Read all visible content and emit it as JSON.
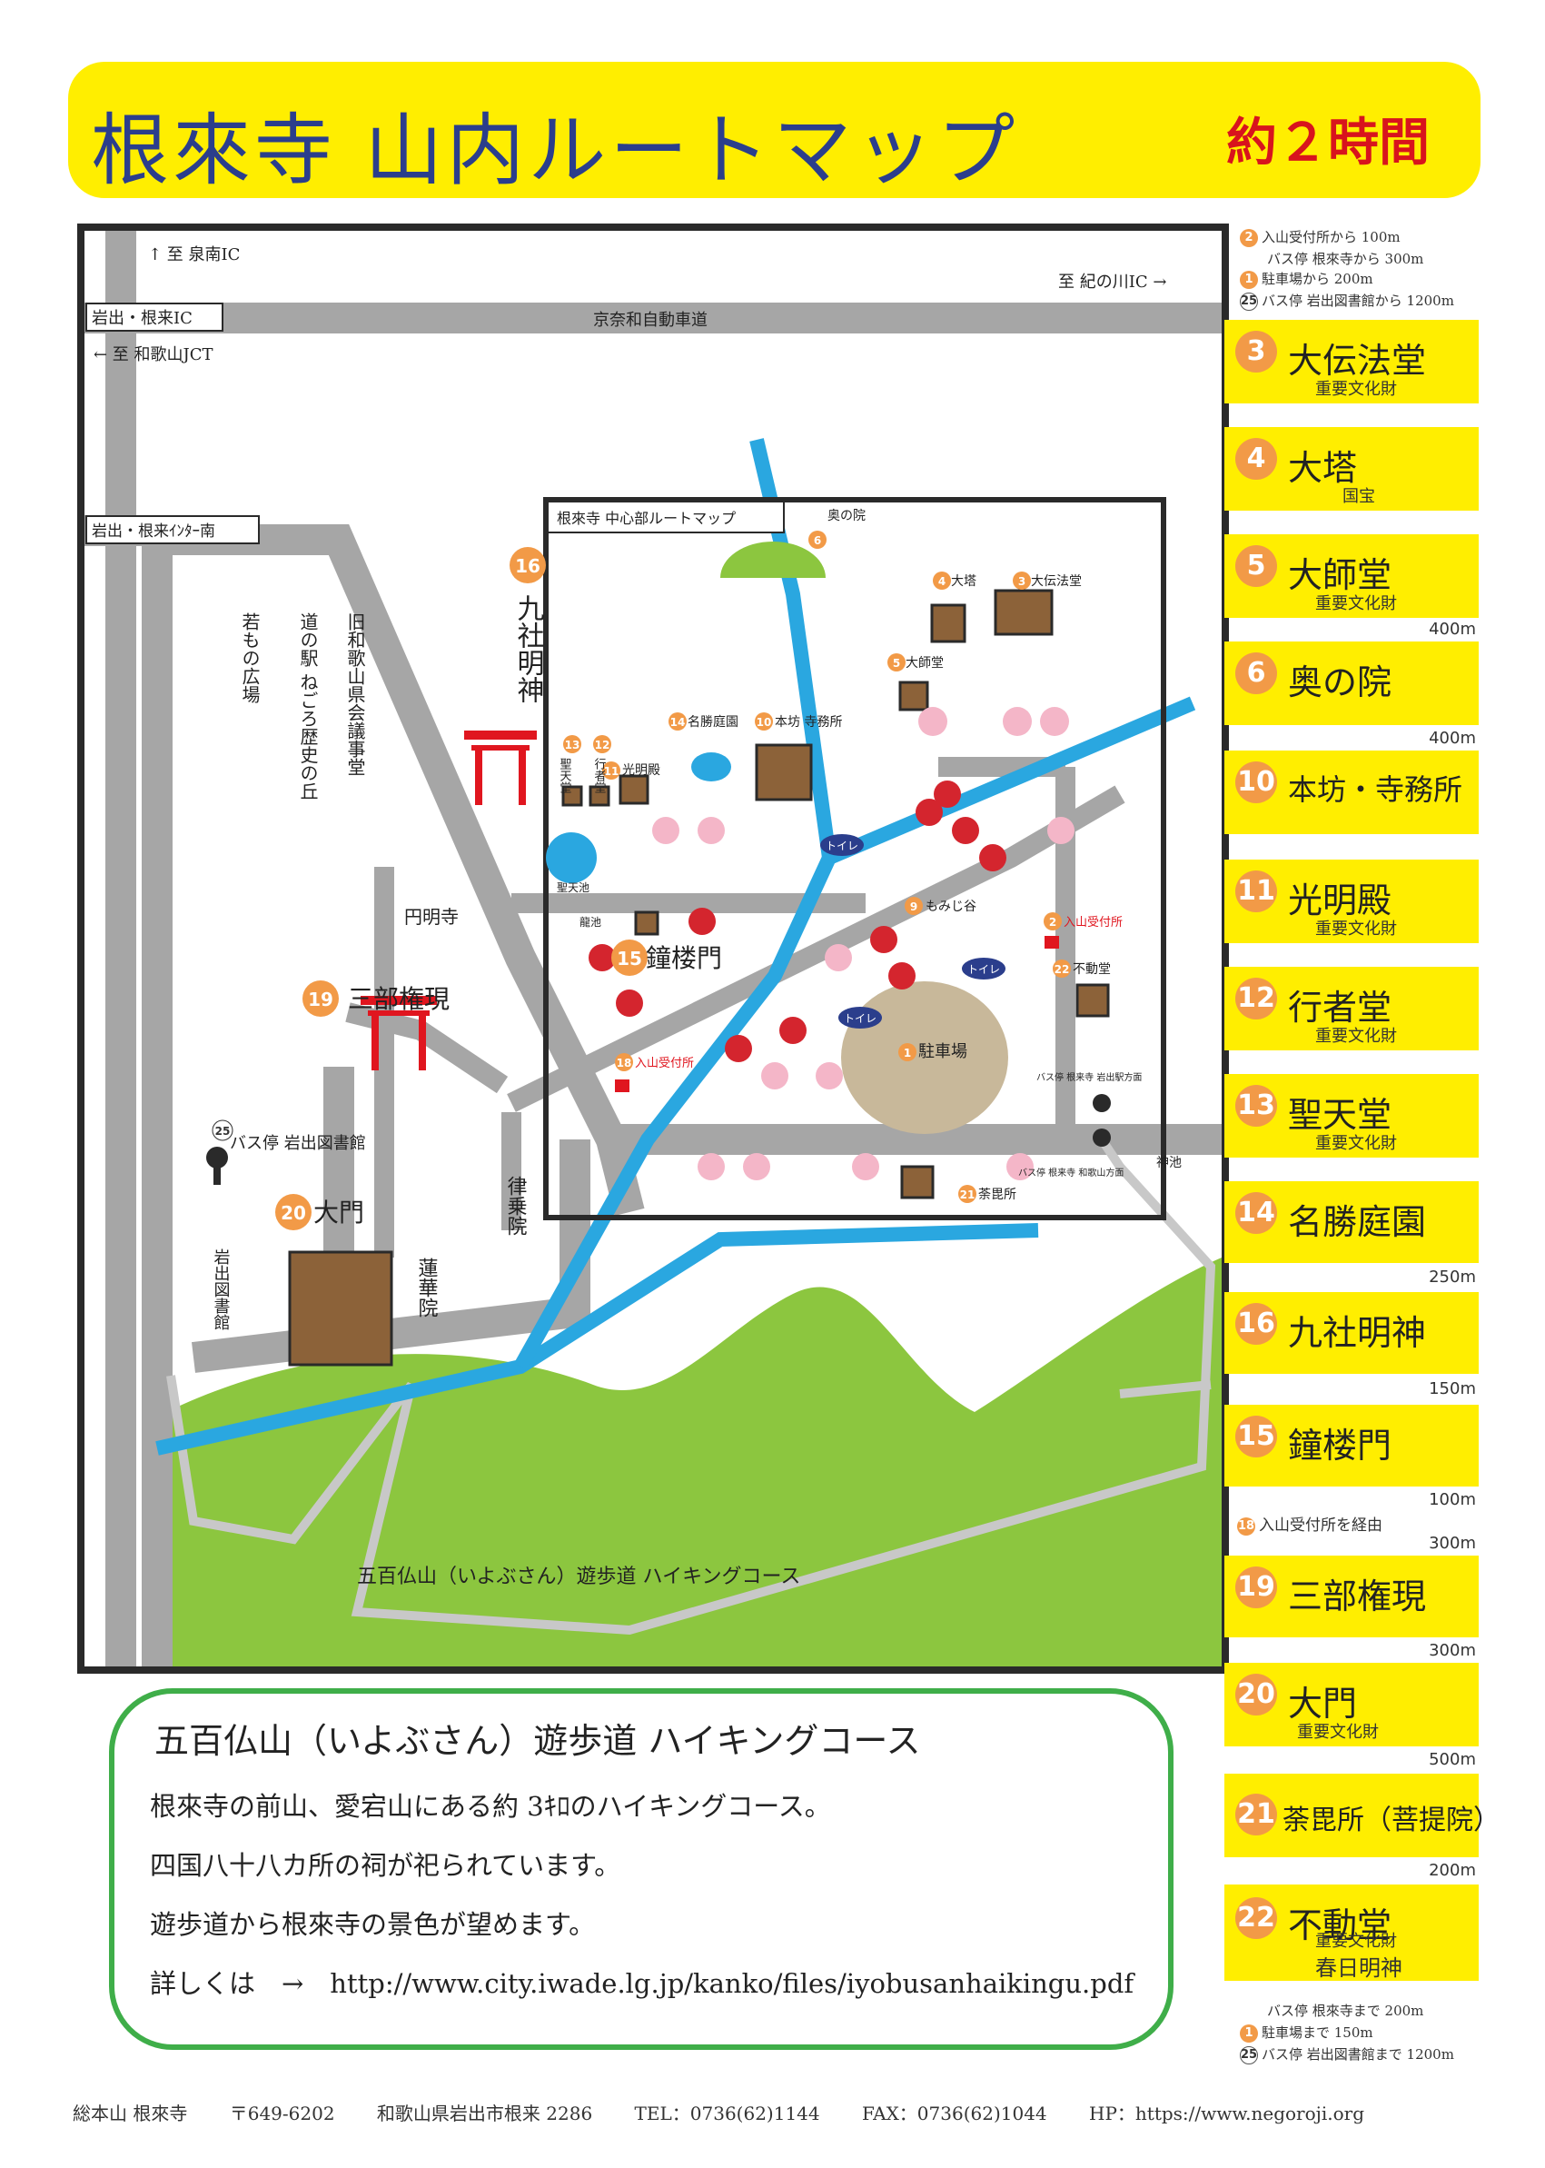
{
  "title": {
    "main": "根來寺 山内ルートマップ",
    "duration": "約２時間"
  },
  "map": {
    "labels": {
      "to_izumi_ic": "↑ 至 泉南IC",
      "to_kinokawa_ic": "至 紀の川IC →",
      "iwade_negoro_ic": "岩出・根来IC",
      "expressway": "京奈和自動車道",
      "to_wakayama_jct": "← 至 和歌山JCT",
      "iwade_negoro_inter_south": "岩出・根来ｲﾝﾀｰ南",
      "wakamono_hiroba": "若もの広場",
      "michi_no_eki": "道の駅 ねごろ歴史の丘",
      "old_assembly": "旧和歌山県会議事堂",
      "enmyoji": "円明寺",
      "kusha_myojin": "九社明神",
      "sanbu_gongen": "三部権現",
      "bus_stop_library": "バス停 岩出図書館",
      "daimon": "大門",
      "iwade_library": "岩出図書館",
      "rengein": "蓮華院",
      "rittoin": "律乗院",
      "hiking_course": "五百仏山（いよぶさん）遊歩道 ハイキングコース",
      "inset_title": "根來寺 中心部ルートマップ",
      "okunoin": "奥の院",
      "daito": "大塔",
      "daidenhoudou": "大伝法堂",
      "daishido": "大師堂",
      "meisho_teien": "名勝庭園",
      "honbo": "本坊 寺務所",
      "shotendo": "聖天堂",
      "gyojado": "行者堂",
      "komyoden": "光明殿",
      "shotenike": "聖天池",
      "ryuike": "龍池",
      "shoromon": "鐘楼門",
      "momijidani": "もみじ谷",
      "nyuzan_uketsuke": "入山受付所",
      "fudodo": "不動堂",
      "chushajo": "駐車場",
      "toilet": "トイレ",
      "dabisho": "荼毘所",
      "kamiike": "神池",
      "bus_stop_negoroji": "バス停 根来寺 岩出駅方面",
      "bus_stop_kinokawa": "バス停 根来寺 和歌山方面"
    },
    "circle_numbers": {
      "n16": "16",
      "n19": "19",
      "n20": "20",
      "n25": "25",
      "n3": "3",
      "n4": "4",
      "n5": "5",
      "n6": "6",
      "n9": "9",
      "n10": "10",
      "n11": "11",
      "n12": "12",
      "n13": "13",
      "n14": "14",
      "n15": "15",
      "n18": "18",
      "n1": "1",
      "n2": "2",
      "n21": "21",
      "n22": "22"
    }
  },
  "route_notes_top": {
    "line1_num": "2",
    "line1": "入山受付所から 100m",
    "line2": "バス停 根來寺から 300m",
    "line3_num": "1",
    "line3": "駐車場から 200m",
    "line4_num": "25",
    "line4": "バス停 岩出図書館から 1200m"
  },
  "route": [
    {
      "num": "3",
      "name": "大伝法堂",
      "sub": "重要文化財",
      "dist": ""
    },
    {
      "num": "4",
      "name": "大塔",
      "sub": "国宝",
      "dist": ""
    },
    {
      "num": "5",
      "name": "大師堂",
      "sub": "重要文化財",
      "dist": "400m"
    },
    {
      "num": "6",
      "name": "奥の院",
      "sub": "",
      "dist": "400m"
    },
    {
      "num": "10",
      "name": "本坊・寺務所",
      "sub": "",
      "dist": ""
    },
    {
      "num": "11",
      "name": "光明殿",
      "sub": "重要文化財",
      "dist": ""
    },
    {
      "num": "12",
      "name": "行者堂",
      "sub": "重要文化財",
      "dist": ""
    },
    {
      "num": "13",
      "name": "聖天堂",
      "sub": "重要文化財",
      "dist": ""
    },
    {
      "num": "14",
      "name": "名勝庭園",
      "sub": "",
      "dist": "250m"
    },
    {
      "num": "16",
      "name": "九社明神",
      "sub": "",
      "dist": "150m"
    },
    {
      "num": "15",
      "name": "鐘楼門",
      "sub": "",
      "dist": "100m"
    },
    {
      "num": "19",
      "name": "三部権現",
      "sub": "",
      "dist": "300m"
    },
    {
      "num": "20",
      "name": "大門",
      "sub": "重要文化財",
      "dist": "500m"
    },
    {
      "num": "21",
      "name": "荼毘所（菩提院）",
      "sub": "",
      "dist": "200m"
    },
    {
      "num": "22",
      "name": "不動堂",
      "sub": "重要文化財",
      "sub2": "春日明神",
      "dist": ""
    }
  ],
  "route_mid_note": {
    "num": "18",
    "text": "入山受付所を経由",
    "dist_before": "100m",
    "dist_after": "300m"
  },
  "route_notes_bottom": {
    "line1": "バス停 根來寺まで 200m",
    "line2_num": "1",
    "line2": "駐車場まで 150m",
    "line3_num": "25",
    "line3": "バス停 岩出図書館まで 1200m"
  },
  "hiking": {
    "title": "五百仏山（いよぶさん）遊歩道 ハイキングコース",
    "line1": "根來寺の前山、愛宕山にある約 3ｷﾛのハイキングコース。",
    "line2": "四国八十八カ所の祠が祀られています。",
    "line3": "遊歩道から根來寺の景色が望めます。",
    "line4": "詳しくは　→　http://www.city.iwade.lg.jp/kanko/files/iyobusanhaikingu.pdf"
  },
  "footer": {
    "temple": "総本山 根來寺",
    "postal": "〒649-6202",
    "address": "和歌山県岩出市根来 2286",
    "tel": "TEL：0736(62)1144",
    "fax": "FAX：0736(62)1044",
    "hp": "HP：https://www.negoroji.org"
  },
  "colors": {
    "banner": "#ffee00",
    "title_text": "#2b3e8c",
    "duration_text": "#d8141d",
    "road": "#a6a6a6",
    "river": "#2aa7e0",
    "hill": "#8cc63f",
    "torii": "#e0161f",
    "number_circle": "#f29a47",
    "hike_border": "#3fae49"
  }
}
